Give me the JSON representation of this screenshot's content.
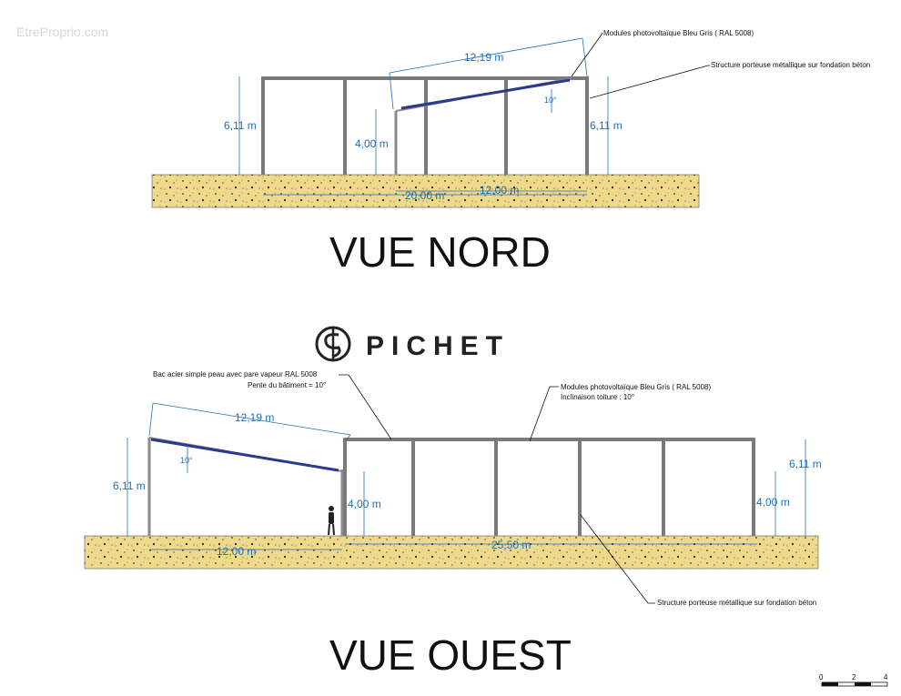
{
  "watermark": "EtreProprio.com",
  "brand": {
    "name": "PICHET"
  },
  "north": {
    "title": "VUE NORD",
    "labels": {
      "panels": "Modules photovoltaïque Bleu Gris ( RAL 5008)",
      "structure": "Structure porteuse métallique sur fondation béton"
    },
    "dims": {
      "slope_length": "12,19 m",
      "height_left": "6,11 m",
      "height_right": "6,11 m",
      "low_height": "4,00 m",
      "angle": "10°",
      "total_length": "20,00 m",
      "section_length": "12,00 m"
    }
  },
  "west": {
    "title": "VUE OUEST",
    "labels": {
      "roof_line1": "Bac acier simple peau avec pare vapeur RAL 5008",
      "roof_line2": "Pente du bâtiment = 10°",
      "panels_line1": "Modules photovoltaïque Bleu Gris ( RAL 5008)",
      "panels_line2": "Inclinaison toiture : 10°",
      "structure": "Structure porteuse métallique sur fondation béton"
    },
    "dims": {
      "slope_length": "12,19 m",
      "angle": "10°",
      "height_left": "6,11 m",
      "low_height_mid": "4,00 m",
      "height_right": "6,11 m",
      "low_height_right": "4,00 m",
      "left_length": "12,00 m",
      "right_length": "25,50 m"
    }
  },
  "scale_bar": {
    "ticks": [
      "0",
      "2",
      "4"
    ]
  },
  "colors": {
    "frame": "#7a7a7a",
    "dimension": "#1f6fb8",
    "ground": "#efd98a",
    "panel": "#2a3a8f"
  }
}
